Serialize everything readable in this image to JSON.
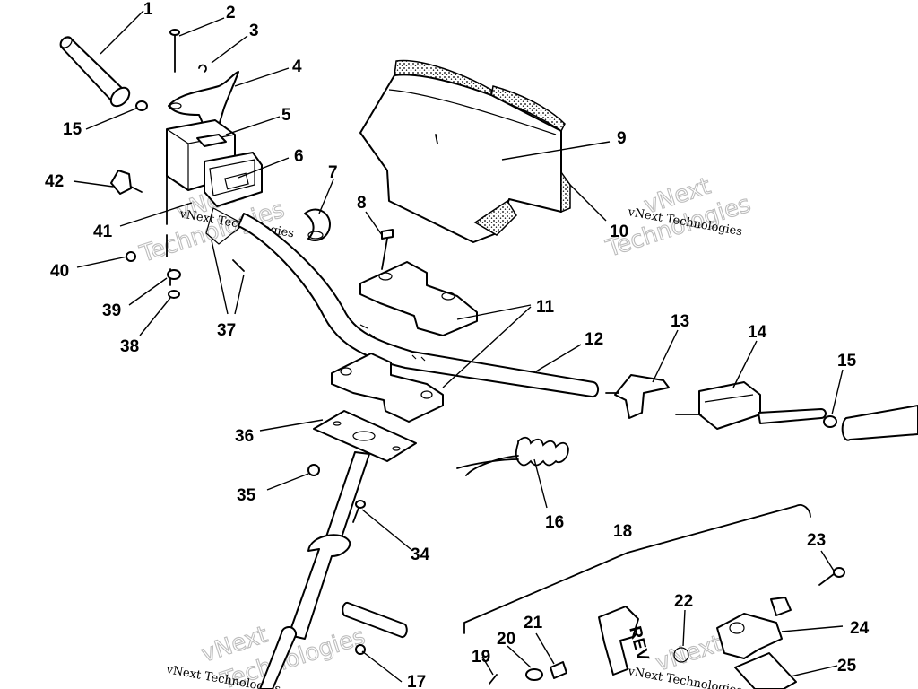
{
  "diagram": {
    "callouts": [
      {
        "id": "c1",
        "label": "1"
      },
      {
        "id": "c2",
        "label": "2"
      },
      {
        "id": "c3",
        "label": "3"
      },
      {
        "id": "c4",
        "label": "4"
      },
      {
        "id": "c5",
        "label": "5"
      },
      {
        "id": "c6",
        "label": "6"
      },
      {
        "id": "c7",
        "label": "7"
      },
      {
        "id": "c8",
        "label": "8"
      },
      {
        "id": "c9",
        "label": "9"
      },
      {
        "id": "c10",
        "label": "10"
      },
      {
        "id": "c11",
        "label": "11"
      },
      {
        "id": "c12",
        "label": "12"
      },
      {
        "id": "c13",
        "label": "13"
      },
      {
        "id": "c14",
        "label": "14"
      },
      {
        "id": "c15a",
        "label": "15"
      },
      {
        "id": "c15b",
        "label": "15"
      },
      {
        "id": "c16",
        "label": "16"
      },
      {
        "id": "c17",
        "label": "17"
      },
      {
        "id": "c18",
        "label": "18"
      },
      {
        "id": "c19",
        "label": "19"
      },
      {
        "id": "c20",
        "label": "20"
      },
      {
        "id": "c21",
        "label": "21"
      },
      {
        "id": "c22",
        "label": "22"
      },
      {
        "id": "c23",
        "label": "23"
      },
      {
        "id": "c24",
        "label": "24"
      },
      {
        "id": "c25",
        "label": "25"
      },
      {
        "id": "c34",
        "label": "34"
      },
      {
        "id": "c35",
        "label": "35"
      },
      {
        "id": "c36",
        "label": "36"
      },
      {
        "id": "c37",
        "label": "37"
      },
      {
        "id": "c38",
        "label": "38"
      },
      {
        "id": "c39",
        "label": "39"
      },
      {
        "id": "c40",
        "label": "40"
      },
      {
        "id": "c41",
        "label": "41"
      },
      {
        "id": "c42",
        "label": "42"
      }
    ],
    "watermarks": {
      "brand_line": "vNext Technologies",
      "outline_word_1": "vNext",
      "outline_word_2": "Technologies"
    },
    "part_markings": {
      "lever_text": "REV"
    }
  }
}
